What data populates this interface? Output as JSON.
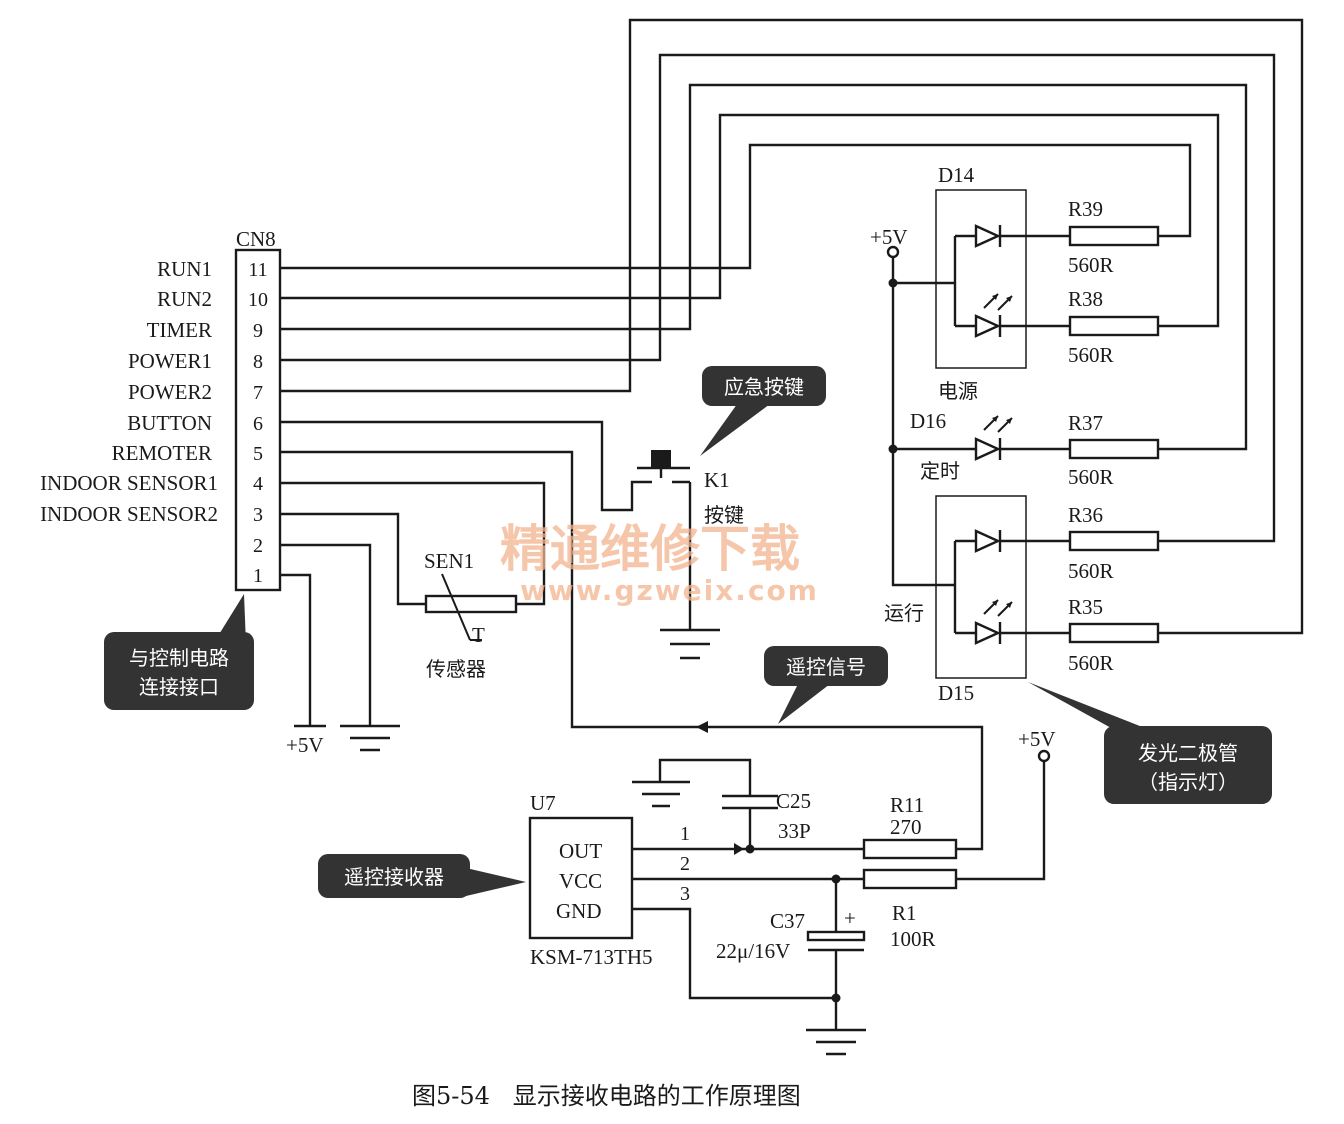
{
  "connector": {
    "ref": "CN8",
    "pins": [
      {
        "num": "11",
        "label": "RUN1"
      },
      {
        "num": "10",
        "label": "RUN2"
      },
      {
        "num": "9",
        "label": "TIMER"
      },
      {
        "num": "8",
        "label": "POWER1"
      },
      {
        "num": "7",
        "label": "POWER2"
      },
      {
        "num": "6",
        "label": "BUTTON"
      },
      {
        "num": "5",
        "label": "REMOTER"
      },
      {
        "num": "4",
        "label": "INDOOR SENSOR1"
      },
      {
        "num": "3",
        "label": "INDOOR SENSOR2"
      },
      {
        "num": "2",
        "label": ""
      },
      {
        "num": "1",
        "label": ""
      }
    ]
  },
  "supply": {
    "plus5v": "+5V"
  },
  "sensor": {
    "ref": "SEN1",
    "t": "T",
    "name": "传感器"
  },
  "key": {
    "ref": "K1",
    "name": "按键"
  },
  "leds": {
    "d14": "D14",
    "d14_name": "电源",
    "d16": "D16",
    "d16_name": "定时",
    "d15": "D15",
    "d15_name": "运行"
  },
  "resistors": [
    {
      "ref": "R39",
      "value": "560R"
    },
    {
      "ref": "R38",
      "value": "560R"
    },
    {
      "ref": "R37",
      "value": "560R"
    },
    {
      "ref": "R36",
      "value": "560R"
    },
    {
      "ref": "R35",
      "value": "560R"
    },
    {
      "ref": "R11",
      "value": "270"
    },
    {
      "ref": "R1",
      "value": "100R"
    }
  ],
  "capacitors": [
    {
      "ref": "C25",
      "value": "33P"
    },
    {
      "ref": "C37",
      "value": "22μ/16V"
    }
  ],
  "receiver": {
    "ref": "U7",
    "part": "KSM-713TH5",
    "pins": [
      "OUT",
      "VCC",
      "GND"
    ],
    "pin_nums": [
      "1",
      "2",
      "3"
    ]
  },
  "callouts": {
    "interface_line1": "与控制电路",
    "interface_line2": "连接接口",
    "emergency_key": "应急按键",
    "remote_signal": "遥控信号",
    "receiver": "遥控接收器",
    "led_line1": "发光二极管",
    "led_line2": "（指示灯）"
  },
  "watermark": {
    "cn": "精通维修下载",
    "url": "www.gzweix.com"
  },
  "caption": "图5-54   显示接收电路的工作原理图"
}
